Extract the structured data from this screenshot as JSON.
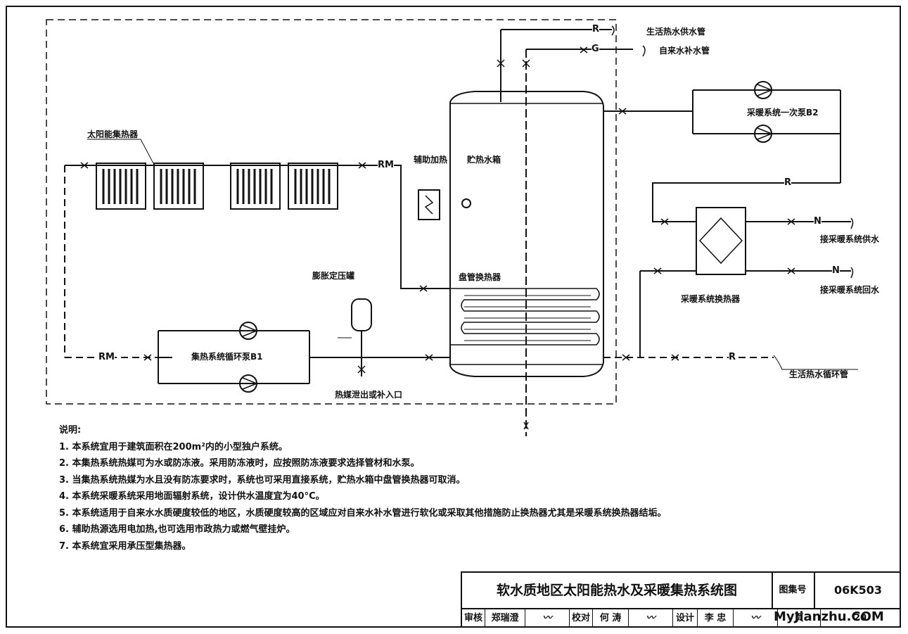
{
  "labels": {
    "solar_collector": "太阳能集热器",
    "tank": "贮热水箱",
    "aux_heat": "辅助加热",
    "coil_hx": "盘管换热器",
    "expansion_tank": "膨胀定压罐",
    "pump_b1": "集热系统循环泵B1",
    "pump_b2": "采暖系统一次泵B2",
    "heating_hx": "采暖系统换热器",
    "drain_fill": "热媒泄出或补入口",
    "hot_supply": "生活热水供水管",
    "cold_supply": "自来水补水管",
    "heating_supply": "接采暖系统供水",
    "heating_return": "接采暖系统回水",
    "hot_circ": "生活热水循环管",
    "code_R_top": "R",
    "code_G": "G",
    "code_RM_top": "RM",
    "code_RM_left": "RM",
    "code_R_right": "R",
    "code_N1": "N",
    "code_N2": "N",
    "code_R_bottom": "R"
  },
  "notes": {
    "heading": "说明:",
    "items": [
      "1. 本系统宜用于建筑面积在200m²内的小型独户系统。",
      "2. 本集热系统热媒可为水或防冻液。采用防冻液时，应按照防冻液要求选择管材和水泵。",
      "3. 当集热系统热媒为水且没有防冻要求时，系统也可采用直接系统，贮热水箱中盘管换热器可取消。",
      "4. 本系统采暖系统采用地面辐射系统，设计供水温度宜为40°C。",
      "5. 本系统适用于自来水水质硬度较低的地区，水质硬度较高的区域应对自来水补水管进行软化或采取其他措施防止换热器尤其是采暖系统换热器结垢。",
      "6. 辅助热源选用电加热,也可选用市政热力或燃气壁挂炉。",
      "7. 本系统宜采用承压型集热器。"
    ]
  },
  "title_block": {
    "title": "软水质地区太阳能热水及采暖集热系统图",
    "atlas_label": "图集号",
    "atlas_number": "06K503",
    "review_label": "审核",
    "review_name": "郑瑞澄",
    "check_label": "校对",
    "check_name": "何 涛",
    "design_label": "设计",
    "design_name": "李 忠",
    "page_label": "页",
    "page_number": "20"
  },
  "watermark": "MyJianzhu.COM"
}
